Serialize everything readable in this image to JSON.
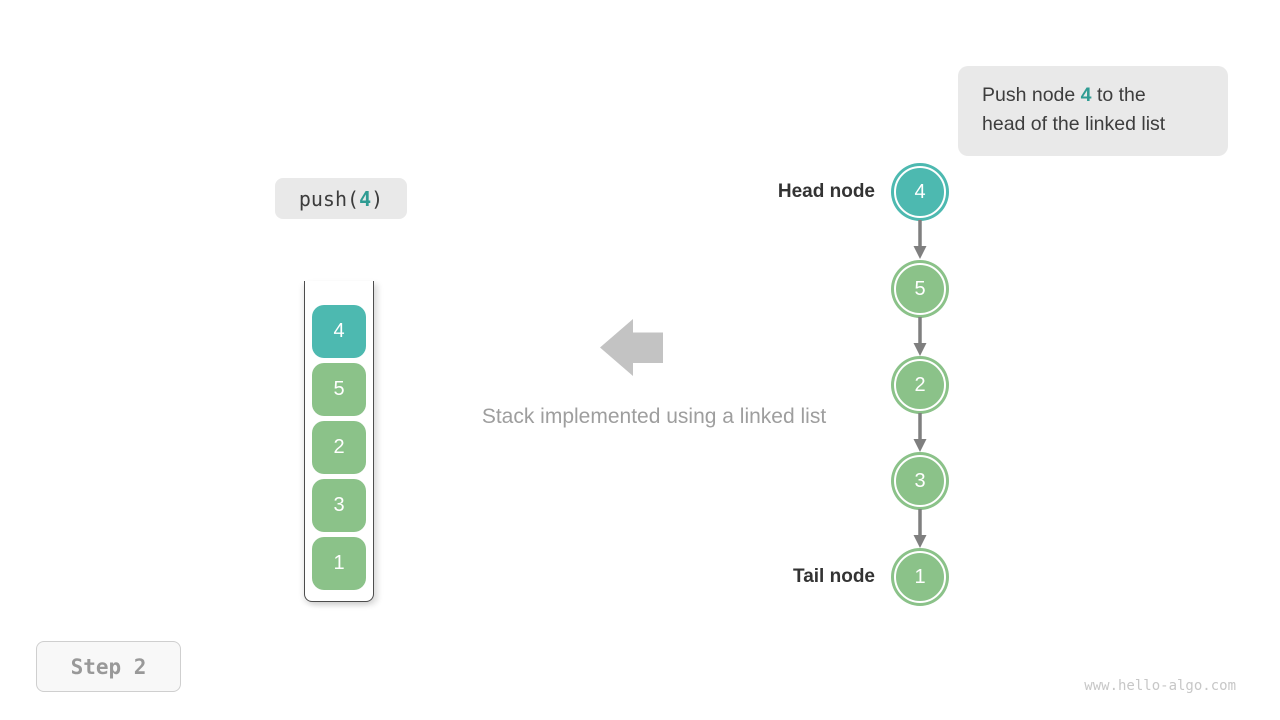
{
  "colors": {
    "teal": "#4db9b0",
    "green": "#8bc289",
    "accent_text": "#2f9c93",
    "box_bg": "#e9e9e9",
    "connector": "#7f7f7f",
    "block_arrow": "#c3c3c3"
  },
  "callout": {
    "line1_prefix": "Push node ",
    "line1_highlight": "4",
    "line1_suffix": " to the",
    "line2": "head of the linked list"
  },
  "operation": {
    "prefix": "push(",
    "arg": "4",
    "suffix": ")"
  },
  "stack": {
    "items": [
      {
        "value": "4"
      },
      {
        "value": "5"
      },
      {
        "value": "2"
      },
      {
        "value": "3"
      },
      {
        "value": "1"
      }
    ]
  },
  "caption": "Stack implemented using a linked list",
  "linked_list": {
    "head_label": "Head node",
    "tail_label": "Tail node",
    "nodes": [
      {
        "value": "4"
      },
      {
        "value": "5"
      },
      {
        "value": "2"
      },
      {
        "value": "3"
      },
      {
        "value": "1"
      }
    ]
  },
  "step": {
    "label": "Step 2"
  },
  "watermark": "www.hello-algo.com"
}
